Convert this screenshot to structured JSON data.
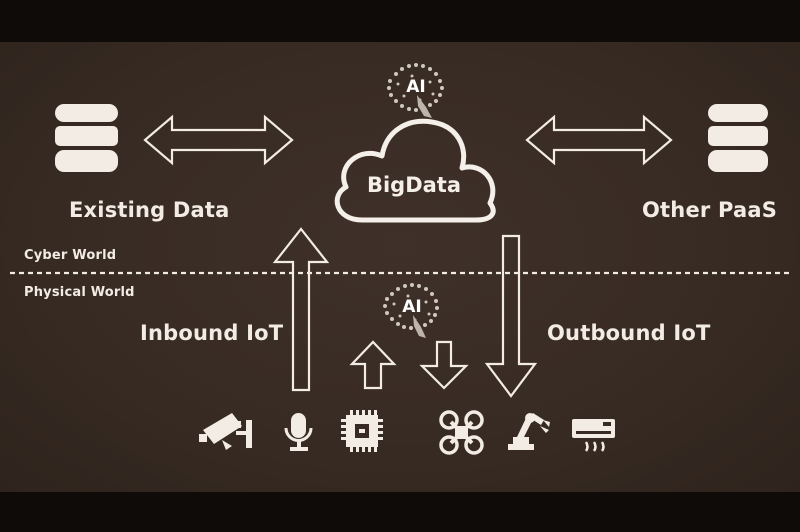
{
  "nodes": {
    "existing_data": "Existing Data",
    "other_paas": "Other PaaS",
    "bigdata": "BigData"
  },
  "ai_badges": {
    "top": "AI",
    "bottom": "AI"
  },
  "worlds": {
    "cyber": "Cyber World",
    "physical": "Physical World"
  },
  "flows": {
    "inbound": "Inbound IoT",
    "outbound": "Outbound IoT"
  },
  "devices": {
    "inbound": [
      "security-camera-icon",
      "microphone-icon",
      "chip-icon"
    ],
    "outbound": [
      "drone-icon",
      "robot-arm-icon",
      "air-conditioner-icon"
    ]
  },
  "colors": {
    "background": "#382b23",
    "foreground": "#f2ece4"
  }
}
